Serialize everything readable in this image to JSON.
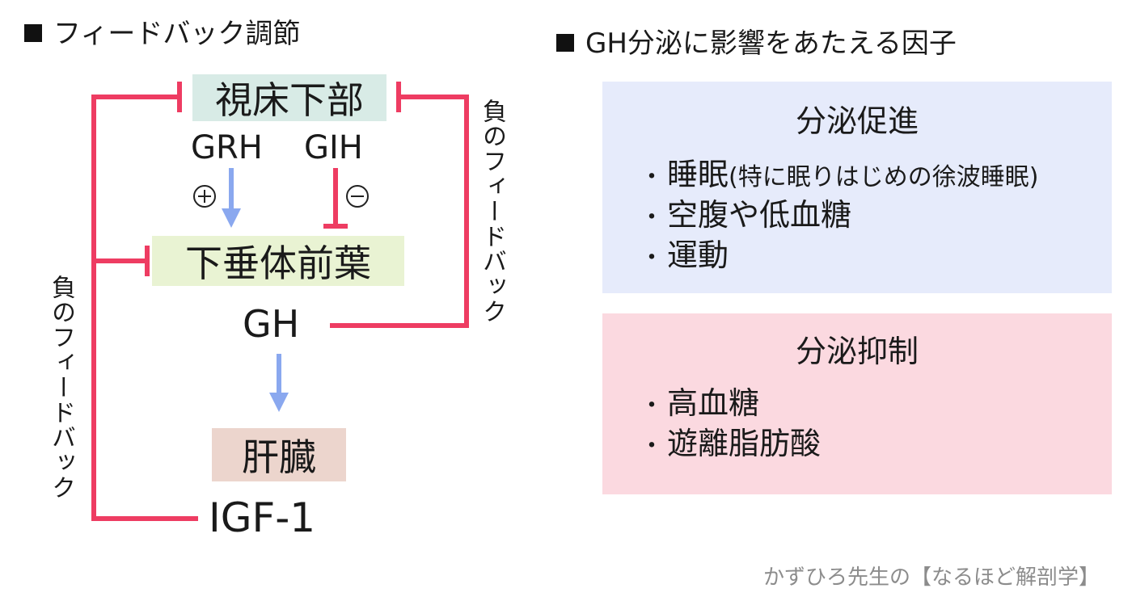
{
  "left": {
    "title": "フィードバック調節",
    "nodes": {
      "hypothalamus": "視床下部",
      "anterior_pituitary": "下垂体前葉",
      "liver": "肝臓"
    },
    "hormones": {
      "grh": "GRH",
      "gih": "GIH",
      "gh": "GH",
      "igf1": "IGF-1"
    },
    "signs": {
      "plus": "+",
      "minus": "−"
    },
    "feedback_right": "負のフィードバック",
    "feedback_left": "負のフィードバック"
  },
  "right": {
    "title": "GH分泌に影響をあたえる因子",
    "promote": {
      "heading": "分泌促進",
      "items": [
        {
          "main": "睡眠",
          "note": "(特に眠りはじめの徐波睡眠)"
        },
        {
          "main": "空腹や低血糖",
          "note": ""
        },
        {
          "main": "運動",
          "note": ""
        }
      ]
    },
    "inhibit": {
      "heading": "分泌抑制",
      "items": [
        {
          "main": "高血糖"
        },
        {
          "main": "遊離脂肪酸"
        }
      ]
    }
  },
  "bullet": "・",
  "credit": "かずひろ先生の【なるほど解剖学】",
  "colors": {
    "hypothalamus_bg": "#d8ebe6",
    "pituitary_bg": "#e9f3d3",
    "liver_bg": "#ecd5cd",
    "promote_bg": "#e6ebfb",
    "inhibit_bg": "#fbd9e0",
    "feedback_line": "#ee3c62",
    "stimulate_arrow": "#8aa8ef"
  }
}
